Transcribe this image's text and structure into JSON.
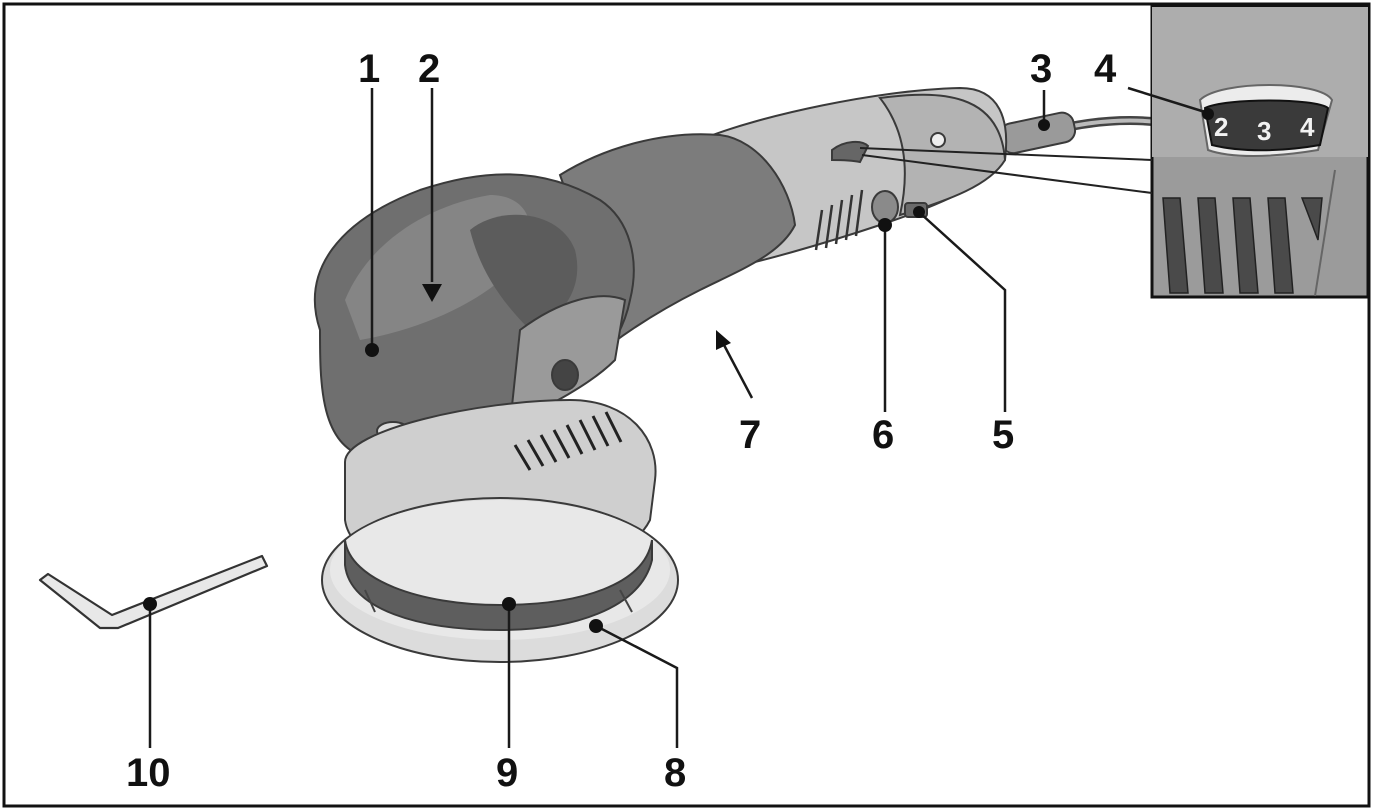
{
  "figure": {
    "labels": [
      "1",
      "2",
      "3",
      "4",
      "5",
      "6",
      "7",
      "8",
      "9",
      "10"
    ],
    "inset_dial": {
      "numbers": [
        "2",
        "3",
        "4"
      ]
    }
  },
  "colors": {
    "head_dark": "#6f6f6f",
    "body_grey": "#9a9a9a",
    "grip_dark": "#7c7c7c",
    "light_grey": "#cfcfcf",
    "pad_ring": "#d9d9d9",
    "outline": "#3a3a3a"
  }
}
